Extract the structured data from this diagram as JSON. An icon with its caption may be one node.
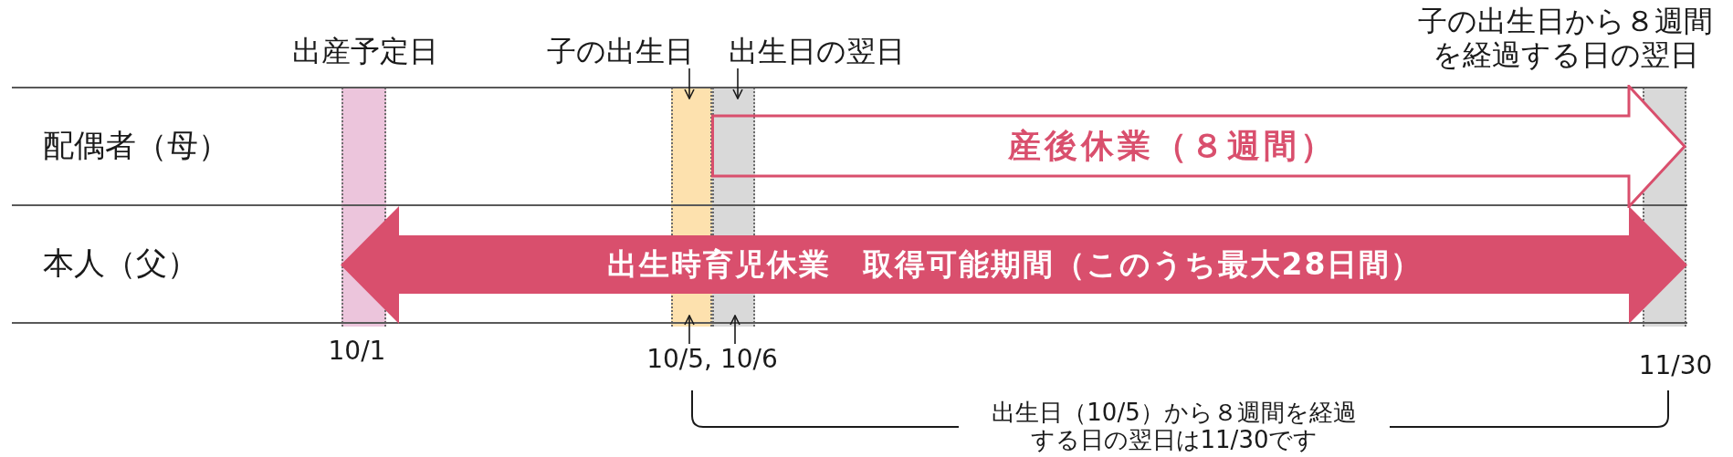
{
  "diagram": {
    "nodes": [
      {
        "text": [
          "子の出生日"
        ]
      },
      {
        "text": [
          "出生日の翌日"
        ]
      },
      {
        "text": [],
        "shape": "bar",
        "beside": [
          "出産予定日",
          "10/1"
        ]
      },
      {
        "text": [],
        "shape": "bar"
      },
      {
        "text": [],
        "shape": "bar"
      },
      {
        "text": [],
        "shape": "bar",
        "beside": [
          "子の出生日から８週間を経過する日の翌日",
          "11/30"
        ]
      },
      {
        "text": [
          "産後休業（８週間）"
        ]
      },
      {
        "text": [
          "出生時育児休業　取得可能期間（このうち最大28日間）"
        ]
      },
      {
        "text": [
          "10/5, 10/6"
        ]
      }
    ],
    "edges": [
      {
        "from": 0,
        "to": 3,
        "arrow": "to"
      },
      {
        "from": 1,
        "to": 4,
        "arrow": "to"
      },
      {
        "from": 8,
        "to": 3,
        "arrow": "to"
      },
      {
        "from": 8,
        "to": 4,
        "arrow": "to"
      }
    ],
    "labels": [
      "配偶者（母）",
      "本人（父）",
      "出生日（10/5）から８週間を経過する日の翌日は11/30です"
    ]
  }
}
